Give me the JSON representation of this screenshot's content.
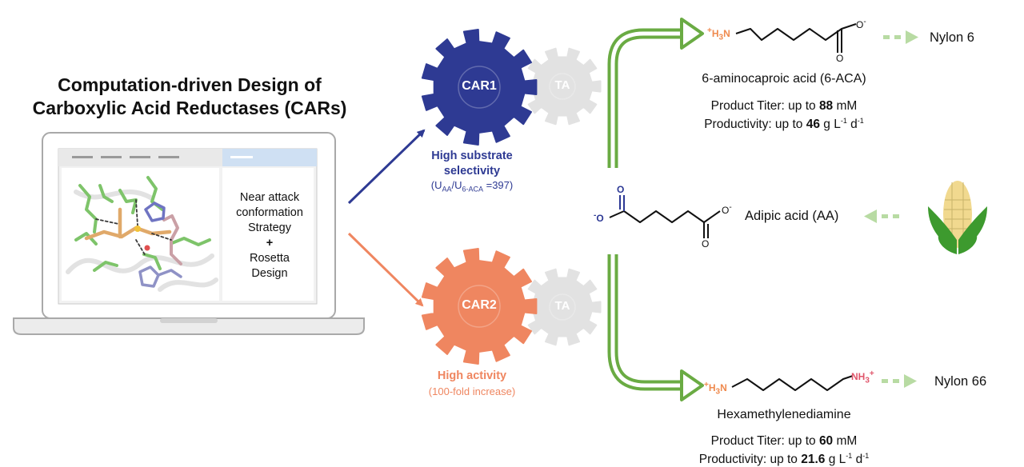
{
  "title": {
    "line1": "Computation-driven Design of",
    "line2": "Carboxylic Acid Reductases (CARs)"
  },
  "strategy": {
    "line1": "Near attack",
    "line2": "conformation",
    "line3": "Strategy",
    "plus": "+",
    "line4": "Rosetta",
    "line5": "Design"
  },
  "car1": {
    "label": "CAR1",
    "partner": "TA",
    "trait_line1": "High substrate",
    "trait_line2": "selectivity",
    "ratio_u": "(U",
    "ratio_aa": "AA",
    "ratio_slash": "/U",
    "ratio_6aca": "6-ACA",
    "ratio_value": " =397)"
  },
  "car2": {
    "label": "CAR2",
    "partner": "TA",
    "trait": "High activity",
    "sub": "(100-fold increase)"
  },
  "product1": {
    "name": "6-aminocaproic acid (6-ACA)",
    "titer_pre": "Product Titer: up to ",
    "titer_val": "88",
    "titer_unit": " mM",
    "prod_pre": "Productivity: up to ",
    "prod_val": "46",
    "prod_unit_g": " g L",
    "prod_exp1": "-1",
    "prod_unit_d": " d",
    "prod_exp2": "-1",
    "nylon": "Nylon 6",
    "amine": "H",
    "amine_plus": "+",
    "amine_sub": "3",
    "amine_n": "N",
    "o_minus": "O",
    "minus": "-",
    "o_dbl": "O"
  },
  "substrate": {
    "name": "Adipic acid (AA)",
    "o1": "O",
    "o2": "O",
    "o3": "O",
    "o4": "O",
    "minus": "-"
  },
  "product2": {
    "name": "Hexamethylenediamine",
    "titer_pre": "Product Titer: up to ",
    "titer_val": "60",
    "titer_unit": " mM",
    "prod_pre": "Productivity: up to ",
    "prod_val": "21.6",
    "prod_unit_g": " g L",
    "prod_exp1": "-1",
    "prod_unit_d": " d",
    "prod_exp2": "-1",
    "nylon": "Nylon 66",
    "amine_left_plus": "+",
    "amine_left_h": "H",
    "amine_left_sub": "3",
    "amine_left_n": "N",
    "amine_right_nh": "NH",
    "amine_right_sub": "3",
    "amine_right_plus": "+"
  },
  "colors": {
    "car1": "#2e3a93",
    "car2": "#ef8660",
    "ta": "#e2e2e2",
    "green": "#6aab43",
    "light_green": "#b8dba3",
    "corn_green": "#3d9a2e",
    "corn_yellow": "#f1d98f"
  }
}
